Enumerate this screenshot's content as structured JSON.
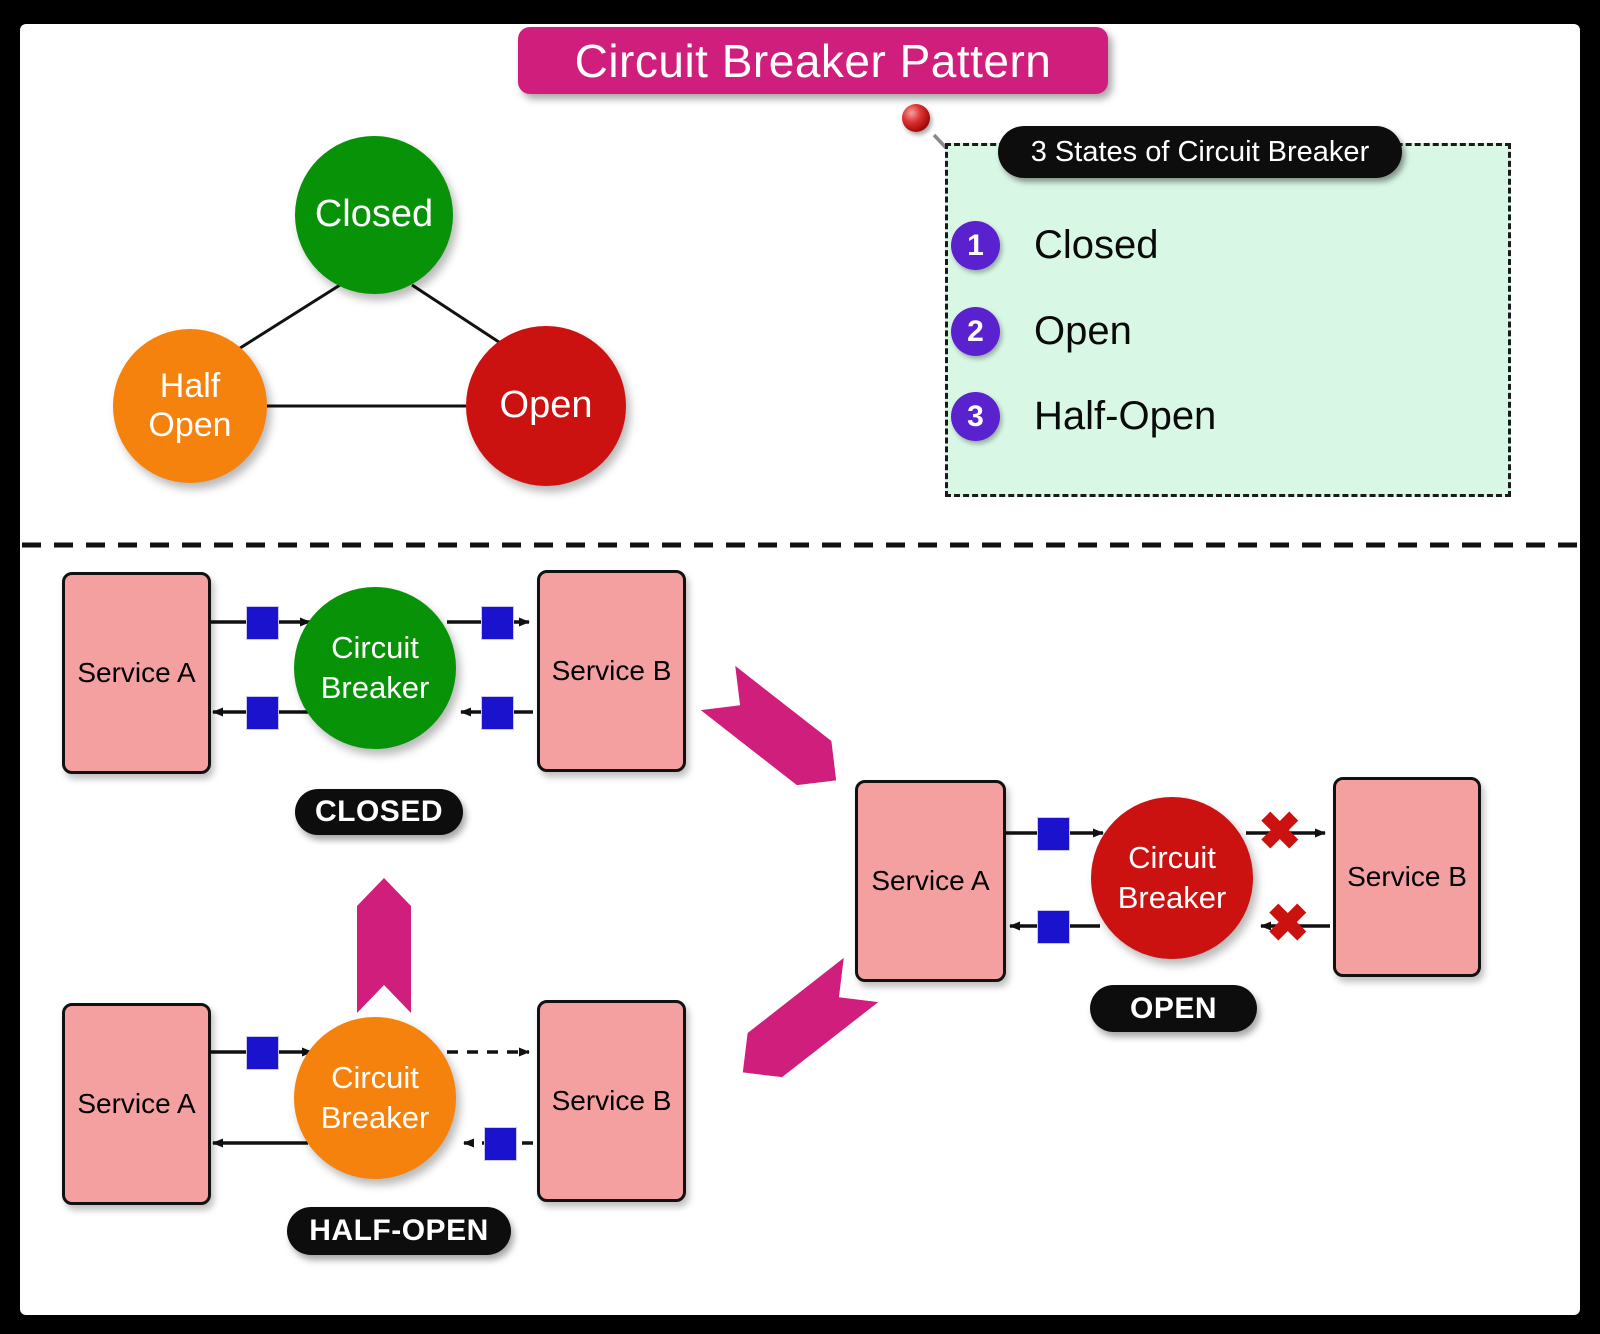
{
  "title_banner": "Circuit Breaker Pattern",
  "colors": {
    "accent_pink": "#d01e7c",
    "closed_green": "#089208",
    "open_red": "#cc1111",
    "half_open_orange": "#f5820d",
    "legend_bg": "#d8f7e5",
    "legend_badge_purple": "#5a21ce",
    "service_box_pink": "#f5a0a0",
    "packet_blue": "#1a12cc",
    "pill_black": "#0d0d0d"
  },
  "state_triangle": {
    "closed": "Closed",
    "half_open_line1": "Half",
    "half_open_line2": "Open",
    "open": "Open"
  },
  "legend": {
    "title": "3 States of Circuit Breaker",
    "items": [
      {
        "num": "1",
        "label": "Closed"
      },
      {
        "num": "2",
        "label": "Open"
      },
      {
        "num": "3",
        "label": "Half-Open"
      }
    ]
  },
  "breaker": {
    "line1": "Circuit",
    "line2": "Breaker"
  },
  "flows": {
    "closed": {
      "service_a": "Service A",
      "service_b": "Service B",
      "label": "CLOSED"
    },
    "open": {
      "service_a": "Service A",
      "service_b": "Service B",
      "label": "OPEN"
    },
    "half_open": {
      "service_a": "Service A",
      "service_b": "Service B",
      "label": "HALF-OPEN"
    }
  },
  "icons": {
    "failure_x": "✖"
  }
}
